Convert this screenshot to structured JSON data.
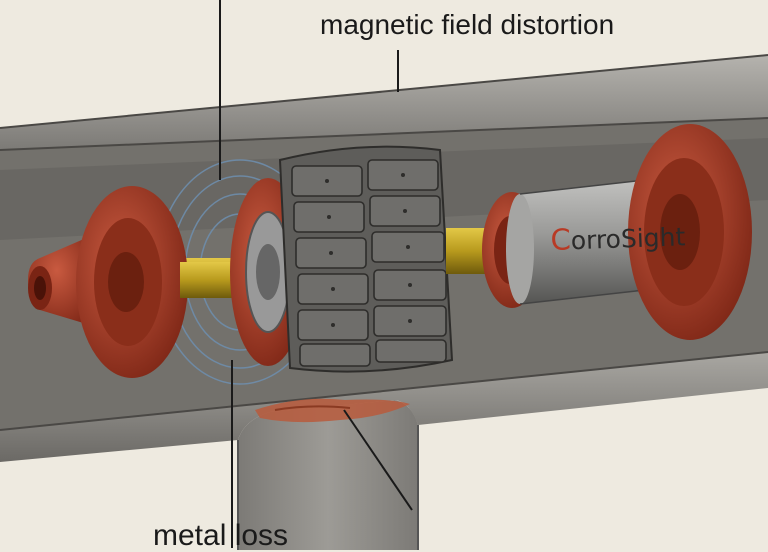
{
  "labels": {
    "magnetic_field": "magnetic field distortion",
    "metal_loss": "metal loss"
  },
  "tool": {
    "brand_first_letter": "C",
    "brand_rest": "orroSight"
  },
  "colors": {
    "background": "#eeeae0",
    "pipe_wall": "#8f8d88",
    "pipe_interior": "#6f6d68",
    "cup_red": "#a83a26",
    "shaft_gold": "#b89a1d",
    "sensor_gray": "#5e5d5a",
    "body_gray": "#8a8a88",
    "field_blue": "#6e8fb0",
    "corrosion": "#b85a3c",
    "brand_accent": "#b83a25"
  }
}
